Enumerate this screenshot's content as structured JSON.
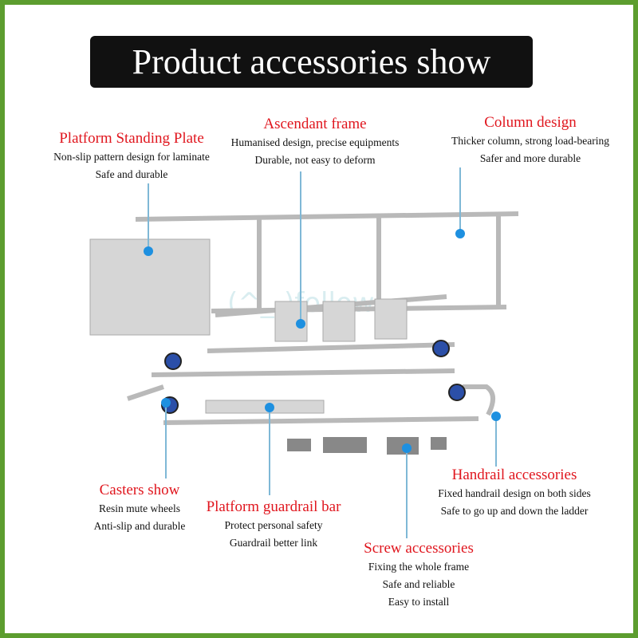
{
  "title": "Product accessories show",
  "watermark": "(^_-)follow",
  "callouts": {
    "plate": {
      "heading": "Platform Standing Plate",
      "lines": [
        "Non-slip pattern design for laminate",
        "Safe and durable"
      ]
    },
    "frame": {
      "heading": "Ascendant frame",
      "lines": [
        "Humanised design, precise equipments",
        "Durable, not easy to deform"
      ]
    },
    "column": {
      "heading": "Column design",
      "lines": [
        "Thicker column, strong load-bearing",
        "Safer and more durable"
      ]
    },
    "casters": {
      "heading": "Casters show",
      "lines": [
        "Resin mute wheels",
        "Anti-slip and durable"
      ]
    },
    "guardrail": {
      "heading": "Platform guardrail bar",
      "lines": [
        "Protect personal safety",
        "Guardrail better link"
      ]
    },
    "screw": {
      "heading": "Screw accessories",
      "lines": [
        "Fixing the whole frame",
        "Safe and reliable",
        "Easy to install"
      ]
    },
    "handrail": {
      "heading": "Handrail accessories",
      "lines": [
        "Fixed handrail design on both sides",
        "Safe to go up and down the ladder"
      ]
    }
  },
  "colors": {
    "border": "#5c9d2f",
    "heading": "#e0161e",
    "dot": "#1e90e0"
  }
}
